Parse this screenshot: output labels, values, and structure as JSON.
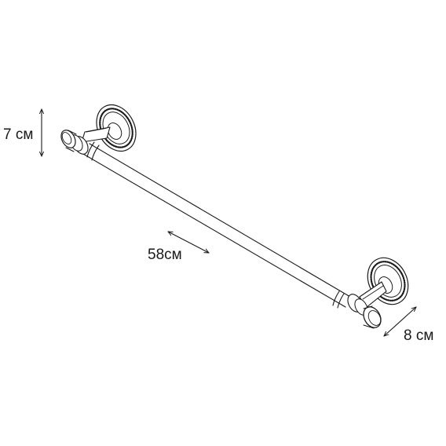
{
  "dimensions": {
    "height": "7 см",
    "length": "58см",
    "depth": "8 см"
  },
  "colors": {
    "line": "#1a1a1a",
    "fill": "#ffffff"
  }
}
